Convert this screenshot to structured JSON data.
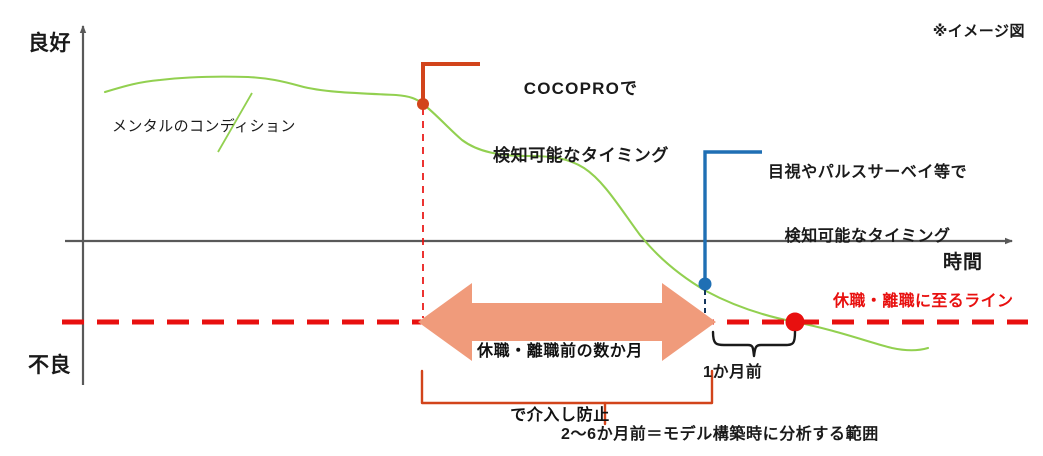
{
  "figure": {
    "note": "※イメージ図",
    "axes": {
      "y_top_label": "良好",
      "y_bottom_label": "不良",
      "x_label": "時間"
    },
    "series_label": "メンタルのコンディション",
    "callouts": {
      "cocopro": {
        "line1": "COCOPROで",
        "line2": "検知可能なタイミング",
        "color": "#d2441b"
      },
      "pulse": {
        "line1": "目視やパルスサーベイ等で",
        "line2": "検知可能なタイミング",
        "color": "#1f6fb4"
      }
    },
    "arrow_text": {
      "line1": "休職・離職前の数か月",
      "line2": "で介入し防止"
    },
    "one_month_label": "1か月前",
    "threshold_label": "休職・離職に至るライン",
    "range_label": "2〜6か月前＝モデル構築時に分析する範囲"
  },
  "colors": {
    "axis": "#595959",
    "curve": "#92d050",
    "threshold_red": "#e8100f",
    "marker_orange": "#d2441b",
    "marker_blue": "#1f6fb4",
    "marker_red": "#e8100f",
    "arrow_fill": "#f09b7b",
    "bracket_orange": "#d2441b",
    "bracket_black": "#1a1a1a",
    "text": "#1a1a1a"
  },
  "chart_data": {
    "type": "line",
    "title": "",
    "xlabel": "時間",
    "ylabel": "メンタルのコンディション",
    "ylim_labels": [
      "不良",
      "良好"
    ],
    "grid": false,
    "legend": "none",
    "series": [
      {
        "name": "メンタルのコンディション",
        "color": "#92d050",
        "points": [
          [
            105,
            92
          ],
          [
            150,
            83
          ],
          [
            200,
            78
          ],
          [
            250,
            77
          ],
          [
            285,
            80
          ],
          [
            320,
            88
          ],
          [
            355,
            92
          ],
          [
            395,
            94
          ],
          [
            423,
            104
          ],
          [
            455,
            124
          ],
          [
            490,
            142
          ],
          [
            520,
            152
          ],
          [
            545,
            155
          ],
          [
            575,
            157
          ],
          [
            605,
            170
          ],
          [
            640,
            200
          ],
          [
            670,
            235
          ],
          [
            700,
            272
          ],
          [
            720,
            292
          ],
          [
            750,
            308
          ],
          [
            790,
            320
          ],
          [
            830,
            332
          ],
          [
            870,
            344
          ],
          [
            900,
            349
          ],
          [
            925,
            348
          ]
        ]
      }
    ],
    "threshold_line": {
      "label": "休職・離職に至るライン",
      "y": 322,
      "style": "dashed",
      "color": "#e8100f"
    },
    "markers": [
      {
        "name": "cocopro-detection-point",
        "x": 423,
        "y": 104,
        "color": "#d2441b",
        "r": 6
      },
      {
        "name": "pulse-detection-point",
        "x": 705,
        "y": 284,
        "color": "#1f6fb4",
        "r": 6
      },
      {
        "name": "leave-threshold-crossing",
        "x": 795,
        "y": 322,
        "color": "#e8100f",
        "r": 9
      }
    ],
    "annotations": [
      {
        "name": "cocopro-callout",
        "text": "COCOPROで 検知可能なタイミング",
        "anchor_x": 423,
        "anchor_y": 104
      },
      {
        "name": "pulse-callout",
        "text": "目視やパルスサーベイ等で 検知可能なタイミング",
        "anchor_x": 705,
        "anchor_y": 284
      },
      {
        "name": "intervention-arrow",
        "text": "休職・離職前の数か月 で介入し防止",
        "x_from": 422,
        "x_to": 712,
        "y": 322
      },
      {
        "name": "one-month-bracket",
        "text": "1か月前",
        "x_from": 712,
        "x_to": 795,
        "y": 337
      },
      {
        "name": "analysis-range-bracket",
        "text": "2〜6か月前＝モデル構築時に分析する範囲",
        "x_from": 422,
        "x_to": 712,
        "y": 403
      }
    ]
  }
}
